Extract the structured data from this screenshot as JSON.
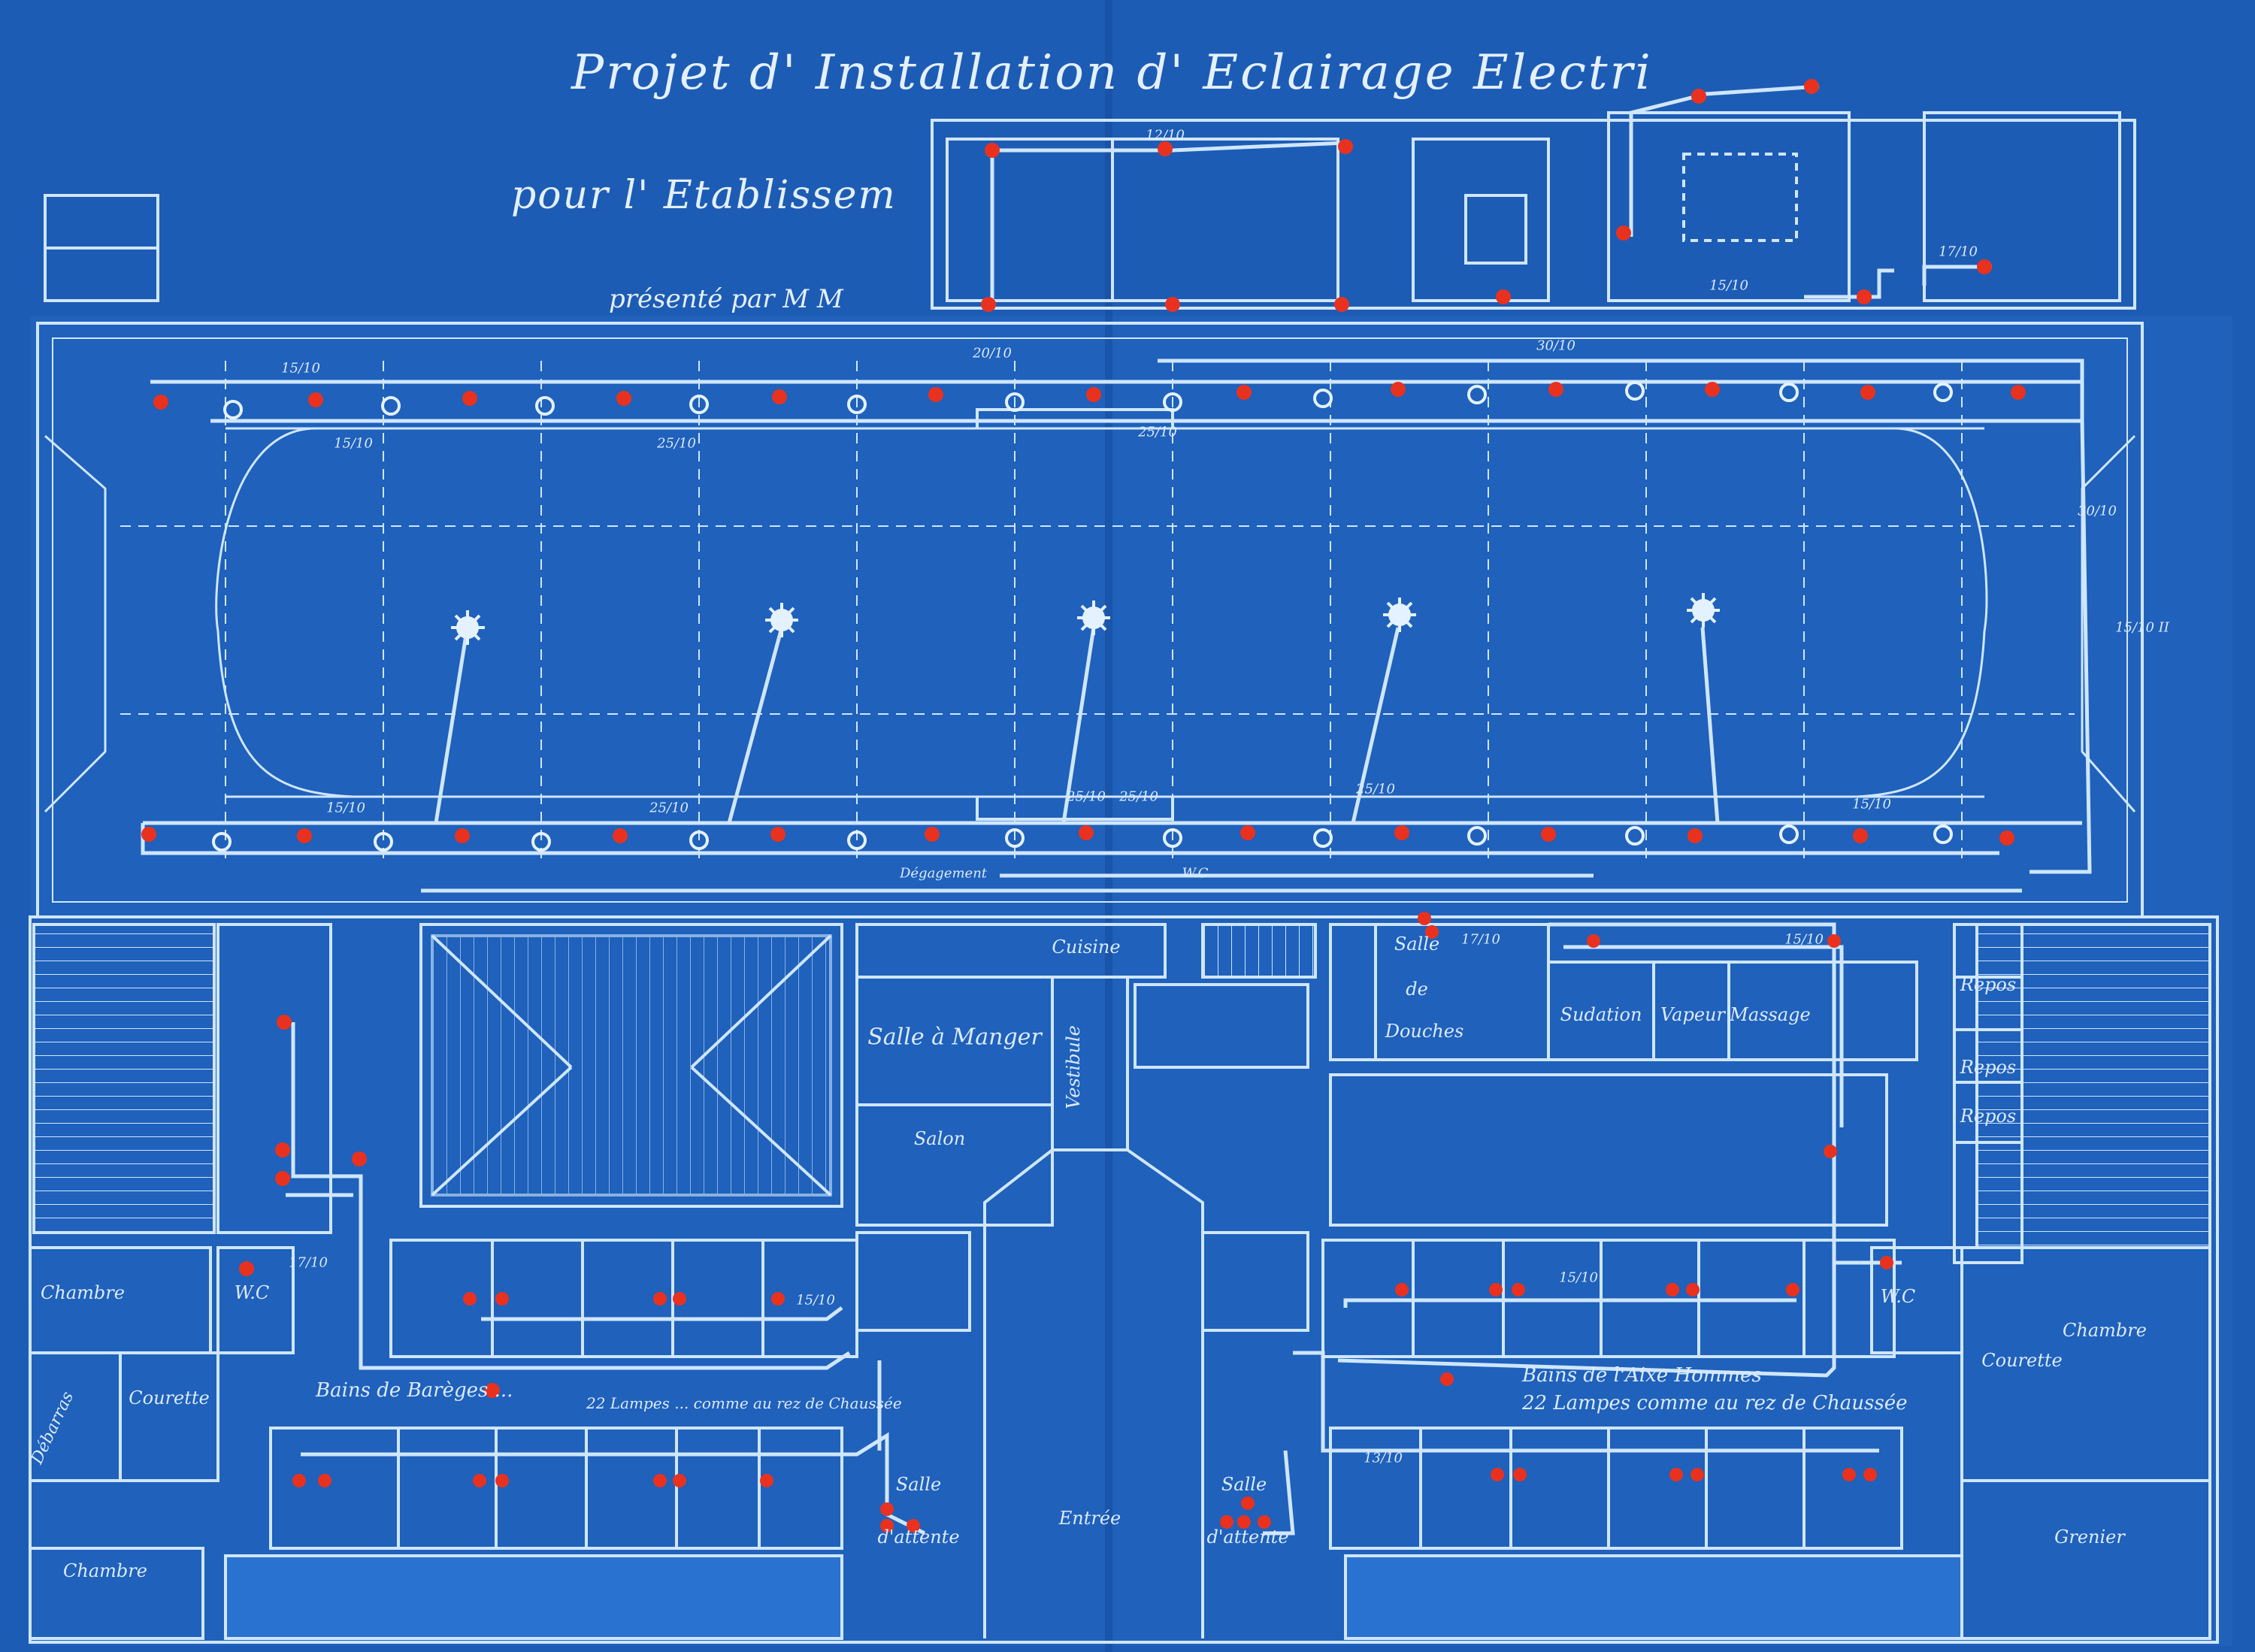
{
  "title": {
    "line1": "Projet d' Installation d' Eclairage Electri",
    "line2": "pour l' Etablissem",
    "line3": "présenté par M M"
  },
  "rooms": {
    "cuisine": "Cuisine",
    "salle_a_manger": "Salle à Manger",
    "salon": "Salon",
    "vestibule": "Vestibule",
    "salle_de_douches": [
      "Salle",
      "de",
      "Douches"
    ],
    "sudation": "Sudation",
    "vapeur": "Vapeur",
    "massage": "Massage",
    "repos": "Repos",
    "chambre": "Chambre",
    "courette": "Courette",
    "wc": "W.C",
    "entree": "Entrée",
    "grenier": "Grenier",
    "salle_attente": [
      "Salle",
      "d'attente"
    ],
    "debarras": "Débarras",
    "degagement": "Dégagement",
    "wc_corridor": "W.C"
  },
  "notes": {
    "bains_west": "Bains de Barèges ...",
    "bains_west_2": "22 Lampes ... comme au rez de Chaussée",
    "bains_east": "Bains de l'Aixe Hommes",
    "bains_east_2": "22 Lampes comme au rez de Chaussée"
  },
  "wire_sizes": [
    "15/10",
    "25/10",
    "20/10",
    "30/10",
    "12/10",
    "17/10",
    "13/10",
    "15/10 II"
  ],
  "colors": {
    "paper": "#1f5fb8",
    "line": "#cfe6ff",
    "lamp": "#e8321f"
  }
}
